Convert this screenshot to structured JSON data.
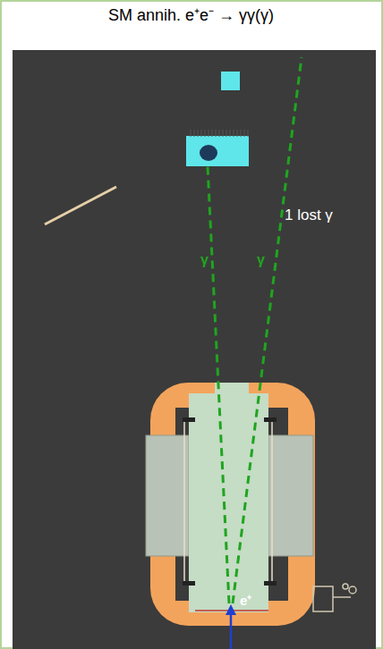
{
  "diagram": {
    "title": "SM annih. e⁺e⁻ → γγ(γ)",
    "labels": [
      "1 lost γ",
      "γ",
      "γ",
      "e⁺"
    ]
  }
}
